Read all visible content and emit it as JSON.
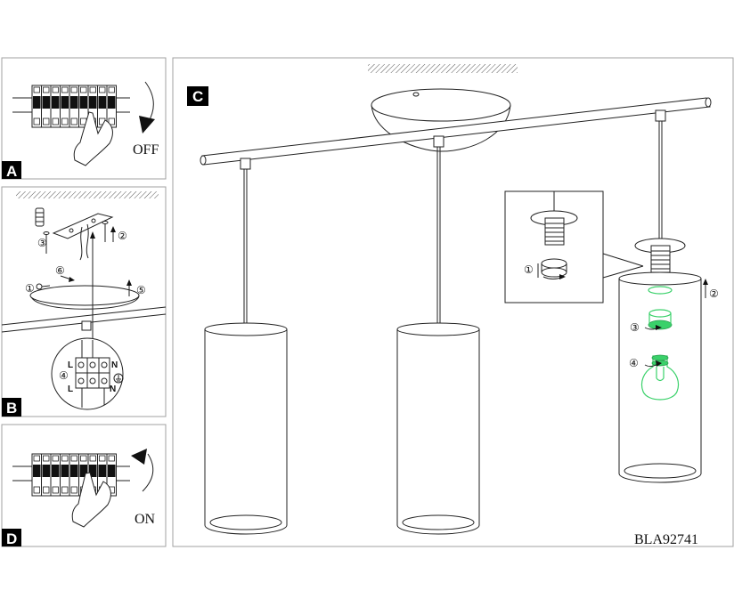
{
  "panels": {
    "a": {
      "label": "A",
      "switch_text": "OFF"
    },
    "b": {
      "label": "B",
      "steps": {
        "s1": "①",
        "s2": "②",
        "s3": "③",
        "s4": "④",
        "s5": "⑤",
        "s6": "⑥"
      },
      "terminal": {
        "l_top": "L",
        "n_top": "N",
        "l_bottom": "L",
        "n_bottom": "N"
      }
    },
    "c": {
      "label": "C",
      "steps": {
        "s1": "①",
        "s2": "②",
        "s3": "③",
        "s4": "④"
      }
    },
    "d": {
      "label": "D",
      "switch_text": "ON"
    }
  },
  "model_code": "BLA92741",
  "colors": {
    "line": "#222222",
    "highlight": "#3ad16a",
    "label_bg": "#000000",
    "frame": "#a0a0a0"
  }
}
